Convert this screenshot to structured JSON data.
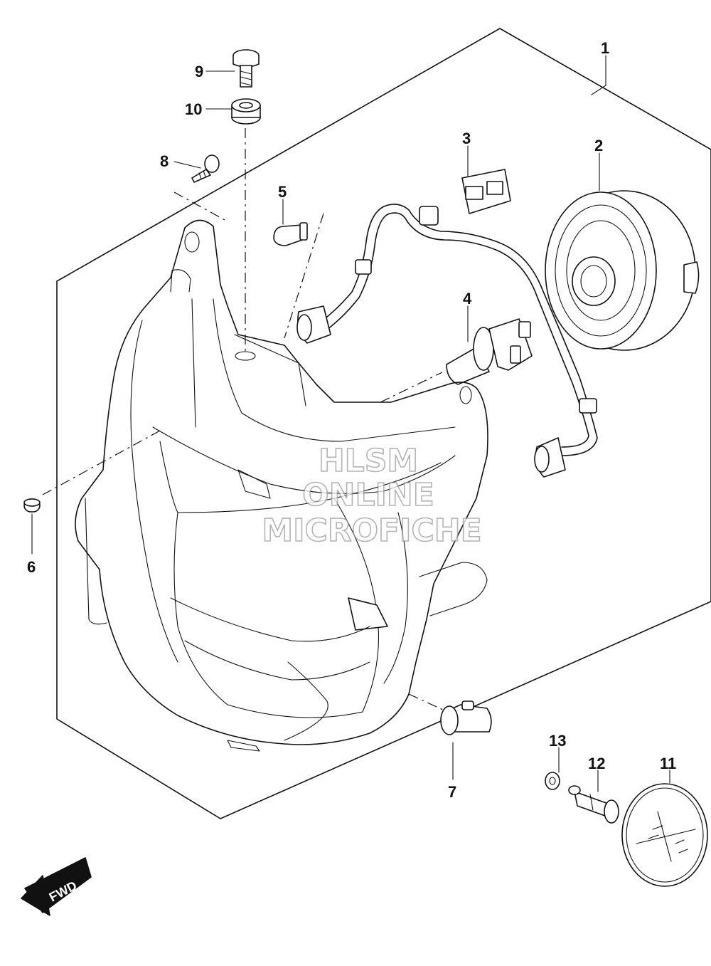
{
  "diagram": {
    "callouts": {
      "p1": "1",
      "p2": "2",
      "p3": "3",
      "p4": "4",
      "p5": "5",
      "p6": "6",
      "p7": "7",
      "p8": "8",
      "p9": "9",
      "p10": "10",
      "p11": "11",
      "p12": "12",
      "p13": "13"
    },
    "watermark": {
      "line1": "HLSM",
      "line2": "ONLINE",
      "line3": "MICROFICHE"
    },
    "direction_badge": "FWD"
  }
}
